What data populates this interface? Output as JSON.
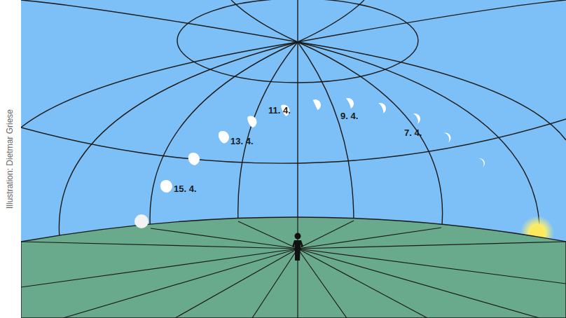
{
  "diagram": {
    "labels": [
      "Illustration: Dietmar Griese",
      "11. 4.",
      "9. 4.",
      "7. 4.",
      "13. 4.",
      "15. 4."
    ]
  }
}
